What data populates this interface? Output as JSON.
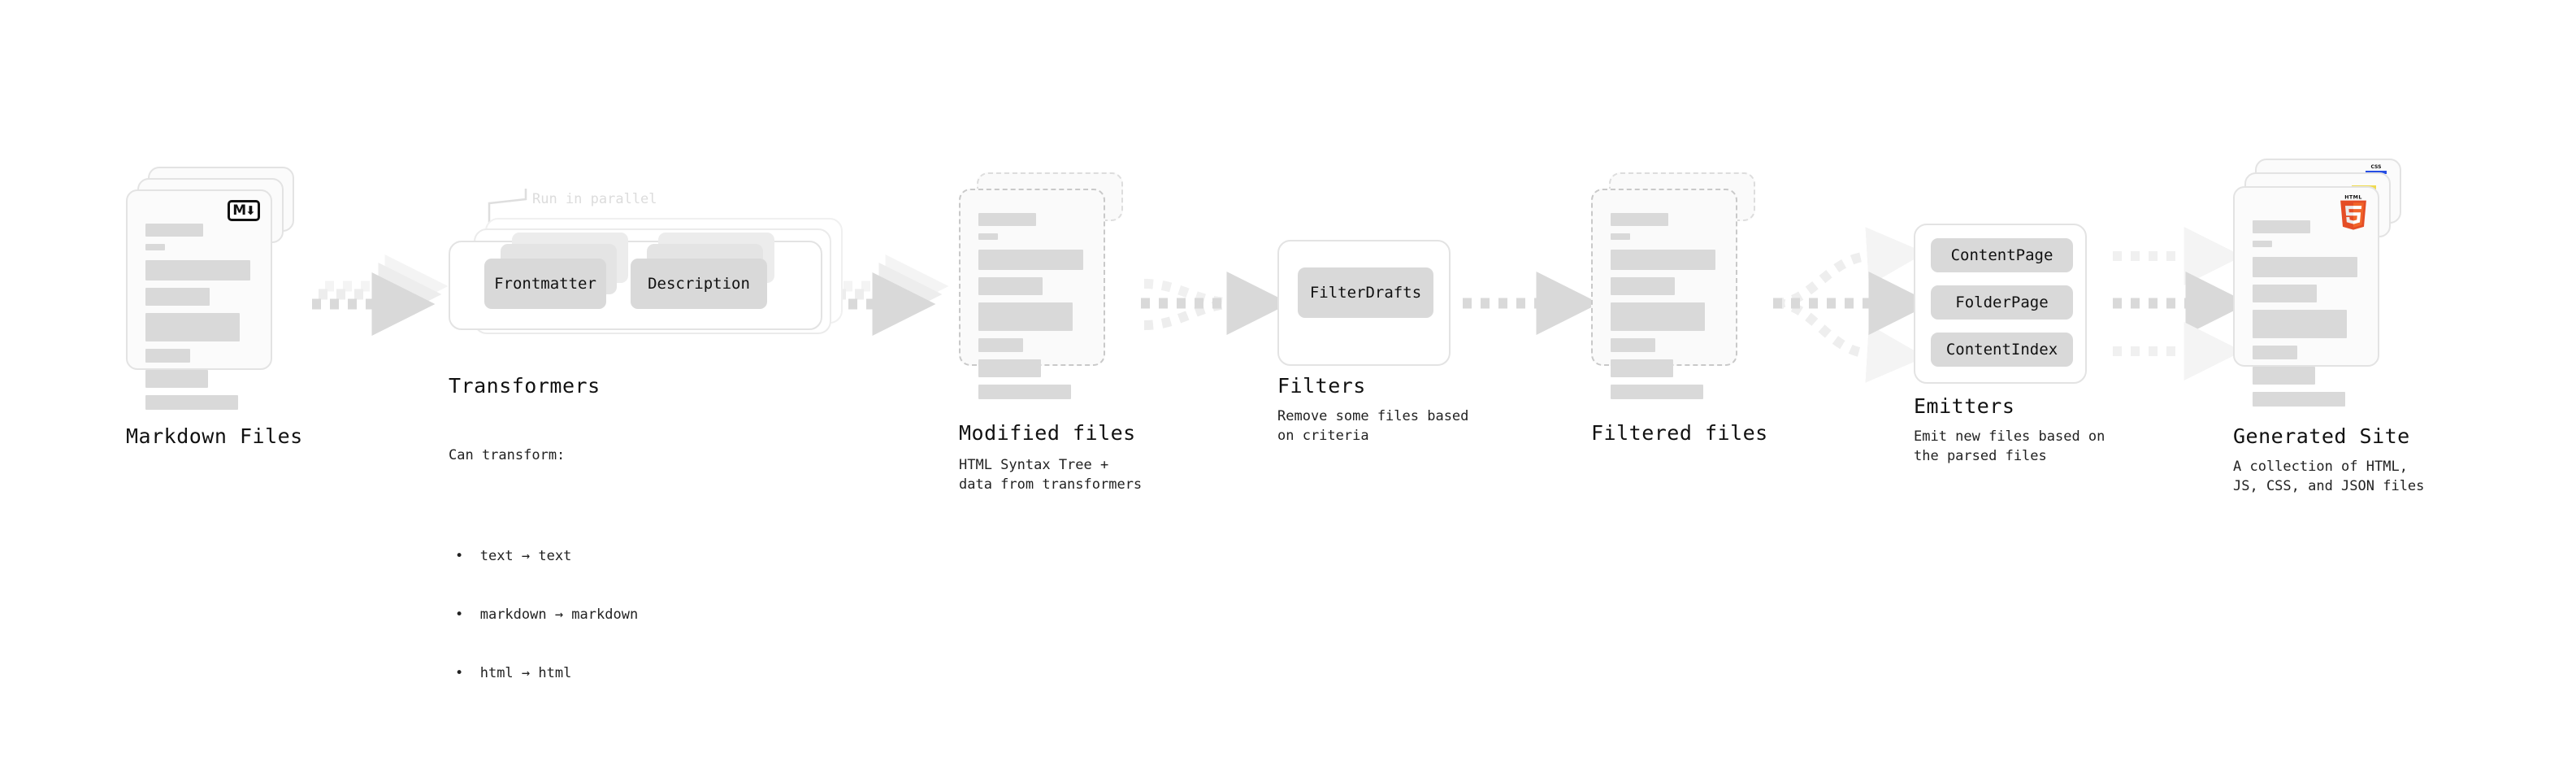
{
  "diagram": {
    "type": "pipeline-flow",
    "stages": [
      {
        "id": "markdown-files",
        "title": "Markdown Files",
        "caption": "",
        "icon": "markdown-icon",
        "icon_label": "M",
        "kind": "document-stack",
        "stack_count": 3
      },
      {
        "id": "transformers",
        "title": "Transformers",
        "caption_lead": "Can transform:",
        "bullets": [
          "text → text",
          "markdown → markdown",
          "html → html"
        ],
        "note": "Run in parallel",
        "kind": "group-stack",
        "stack_count": 3,
        "chips": [
          "Frontmatter",
          "Description"
        ]
      },
      {
        "id": "modified-files",
        "title": "Modified files",
        "caption": "HTML Syntax Tree +\ndata from transformers",
        "kind": "document-stack-dashed",
        "stack_count": 2
      },
      {
        "id": "filters",
        "title": "Filters",
        "caption": "Remove some files based\non criteria",
        "kind": "group",
        "chips": [
          "FilterDrafts"
        ]
      },
      {
        "id": "filtered-files",
        "title": "Filtered files",
        "caption": "",
        "kind": "document-stack-dashed",
        "stack_count": 2
      },
      {
        "id": "emitters",
        "title": "Emitters",
        "caption": "Emit new files based on\nthe parsed files",
        "kind": "group",
        "chips": [
          "ContentPage",
          "FolderPage",
          "ContentIndex"
        ]
      },
      {
        "id": "generated-site",
        "title": "Generated Site",
        "caption": "A collection of HTML,\nJS, CSS, and JSON files",
        "kind": "document-stack",
        "stack_count": 3,
        "icons": [
          "css3-icon",
          "javascript-icon",
          "html5-icon"
        ],
        "html5_label": "HTML",
        "html5_digit": "5",
        "css_label": "CSS"
      }
    ],
    "connectors": [
      {
        "from": "markdown-files",
        "to": "transformers",
        "style": "dashed-arrow",
        "multiplicity": 3
      },
      {
        "from": "transformers",
        "to": "modified-files",
        "style": "dashed-arrow",
        "multiplicity": 3
      },
      {
        "from": "modified-files",
        "to": "filters",
        "style": "dashed-arrow-merge",
        "multiplicity": 3
      },
      {
        "from": "filters",
        "to": "filtered-files",
        "style": "dashed-arrow",
        "multiplicity": 1
      },
      {
        "from": "filtered-files",
        "to": "emitters",
        "style": "dashed-arrow-split",
        "multiplicity": 3
      },
      {
        "from": "emitters",
        "to": "generated-site",
        "style": "dashed-arrow",
        "multiplicity": 3
      }
    ],
    "colors": {
      "background": "#ffffff",
      "card_fill": "#fbfbfb",
      "card_border": "#e3e3e3",
      "placeholder_bar": "#d9d9d9",
      "chip_fill": "#d9d9d9",
      "text": "#111111",
      "muted_text": "#dcdcdc",
      "arrow": "#d9d9d9",
      "html5_orange": "#e44d26",
      "html5_orange_light": "#f16529",
      "css_blue": "#264de4",
      "js_yellow": "#f0db4f"
    }
  }
}
